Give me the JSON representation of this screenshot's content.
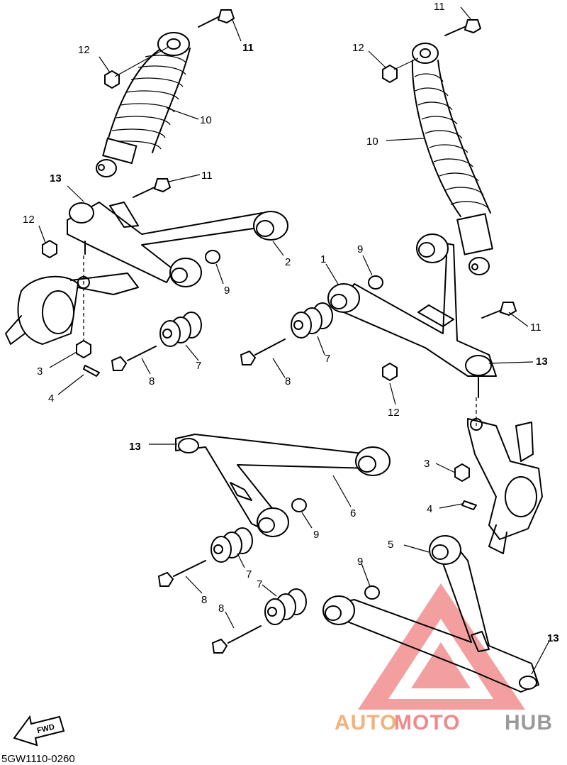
{
  "diagram": {
    "code": "5GW1110-0260",
    "fwd_label": "FWD",
    "callouts": [
      {
        "id": "c11a",
        "label": "11",
        "bold": true
      },
      {
        "id": "c12a",
        "label": "12",
        "bold": false
      },
      {
        "id": "c10a",
        "label": "10",
        "bold": false
      },
      {
        "id": "c13a",
        "label": "13",
        "bold": true
      },
      {
        "id": "c11b",
        "label": "11",
        "bold": false
      },
      {
        "id": "c12b",
        "label": "12",
        "bold": false
      },
      {
        "id": "c2",
        "label": "2",
        "bold": false
      },
      {
        "id": "c9a",
        "label": "9",
        "bold": false
      },
      {
        "id": "c3a",
        "label": "3",
        "bold": false
      },
      {
        "id": "c4a",
        "label": "4",
        "bold": false
      },
      {
        "id": "c8a",
        "label": "8",
        "bold": false
      },
      {
        "id": "c7a",
        "label": "7",
        "bold": false
      },
      {
        "id": "c11c",
        "label": "11",
        "bold": false
      },
      {
        "id": "c12c",
        "label": "12",
        "bold": false
      },
      {
        "id": "c10b",
        "label": "10",
        "bold": false
      },
      {
        "id": "c9b",
        "label": "9",
        "bold": false
      },
      {
        "id": "c1",
        "label": "1",
        "bold": false
      },
      {
        "id": "c11d",
        "label": "11",
        "bold": false
      },
      {
        "id": "c13b",
        "label": "13",
        "bold": true
      },
      {
        "id": "c7b",
        "label": "7",
        "bold": false
      },
      {
        "id": "c8b",
        "label": "8",
        "bold": false
      },
      {
        "id": "c12d",
        "label": "12",
        "bold": false
      },
      {
        "id": "c13c",
        "label": "13",
        "bold": true
      },
      {
        "id": "c3b",
        "label": "3",
        "bold": false
      },
      {
        "id": "c4b",
        "label": "4",
        "bold": false
      },
      {
        "id": "c6",
        "label": "6",
        "bold": false
      },
      {
        "id": "c9c",
        "label": "9",
        "bold": false
      },
      {
        "id": "c5",
        "label": "5",
        "bold": false
      },
      {
        "id": "c7c",
        "label": "7",
        "bold": false
      },
      {
        "id": "c8c",
        "label": "8",
        "bold": false
      },
      {
        "id": "c9d",
        "label": "9",
        "bold": false
      },
      {
        "id": "c7d",
        "label": "7",
        "bold": false
      },
      {
        "id": "c8d",
        "label": "8",
        "bold": false
      },
      {
        "id": "c13d",
        "label": "13",
        "bold": true
      }
    ]
  },
  "watermark": {
    "part1": "AUTO",
    "part2": "MOTO",
    "part3": "HUB",
    "colors": {
      "auto": "#f5b17a",
      "moto": "#f08a8a",
      "hub": "#9a9a9a",
      "triangle": "#f08080"
    }
  }
}
